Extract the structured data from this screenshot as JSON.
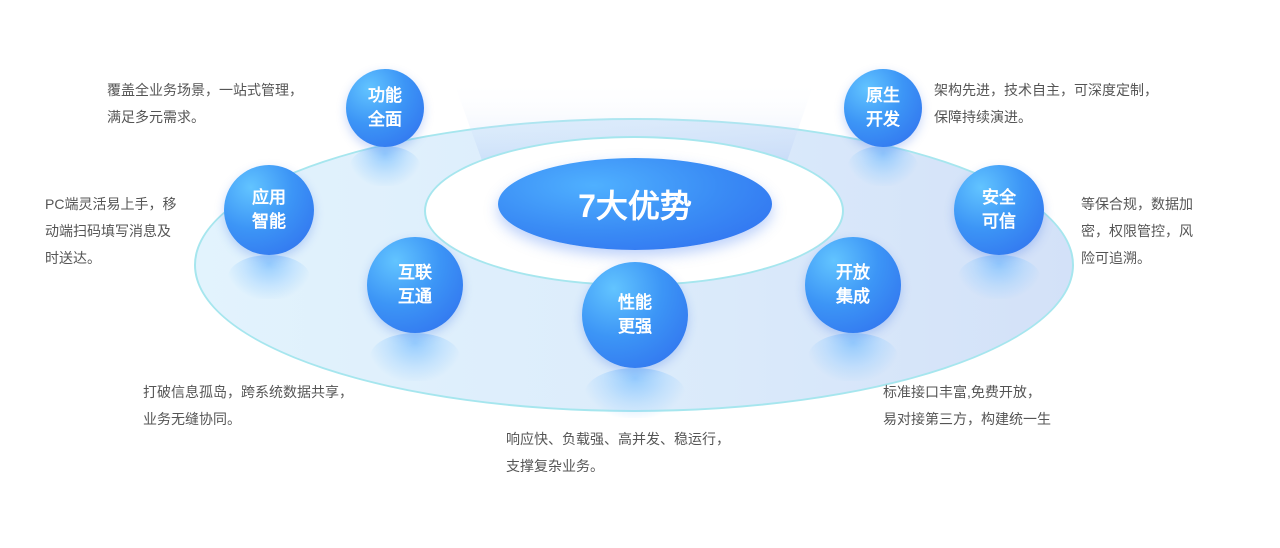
{
  "center_title": "7大优势",
  "advantages": [
    {
      "title_line1": "功能",
      "title_line2": "全面",
      "desc": "覆盖全业务场景，一站式管理，\n满足多元需求。"
    },
    {
      "title_line1": "原生",
      "title_line2": "开发",
      "desc": "架构先进，技术自主，可深度定制，\n保障持续演进。"
    },
    {
      "title_line1": "应用",
      "title_line2": "智能",
      "desc": "PC端灵活易上手，移\n动端扫码填写消息及\n时送达。"
    },
    {
      "title_line1": "安全",
      "title_line2": "可信",
      "desc": "等保合规，数据加\n密，权限管控，风\n险可追溯。"
    },
    {
      "title_line1": "互联",
      "title_line2": "互通",
      "desc": "打破信息孤岛，跨系统数据共享，\n业务无缝协同。"
    },
    {
      "title_line1": "开放",
      "title_line2": "集成",
      "desc": "标准接口丰富,免费开放，\n易对接第三方，构建统一生"
    },
    {
      "title_line1": "性能",
      "title_line2": "更强",
      "desc": "响应快、负载强、高并发、稳运行，\n支撑复杂业务。"
    }
  ],
  "colors": {
    "accent": "#3a8cf5",
    "ring": "#a6e6ee",
    "text": "#555555"
  }
}
